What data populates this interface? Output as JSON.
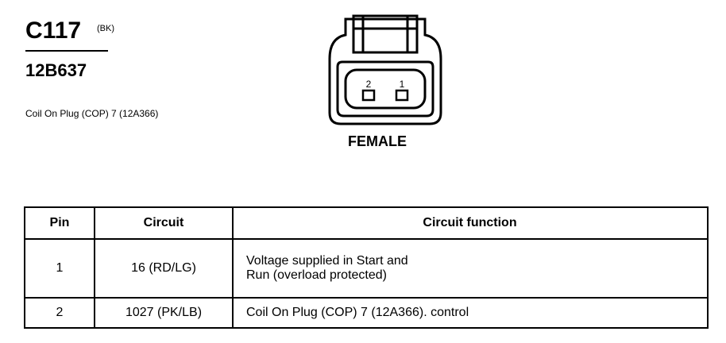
{
  "connector": {
    "id": "C117",
    "color_code": "(BK)",
    "part_number": "12B637",
    "description": "Coil On Plug (COP) 7 (12A366)",
    "gender": "FEMALE",
    "pin_labels": [
      "2",
      "1"
    ]
  },
  "table": {
    "headers": {
      "pin": "Pin",
      "circuit": "Circuit",
      "function": "Circuit function"
    },
    "rows": [
      {
        "pin": "1",
        "circuit": "16 (RD/LG)",
        "function_line1": "Voltage supplied in Start and",
        "function_line2": "Run (overload protected)"
      },
      {
        "pin": "2",
        "circuit": "1027 (PK/LB)",
        "function_line1": "Coil On Plug (COP) 7 (12A366). control"
      }
    ]
  }
}
